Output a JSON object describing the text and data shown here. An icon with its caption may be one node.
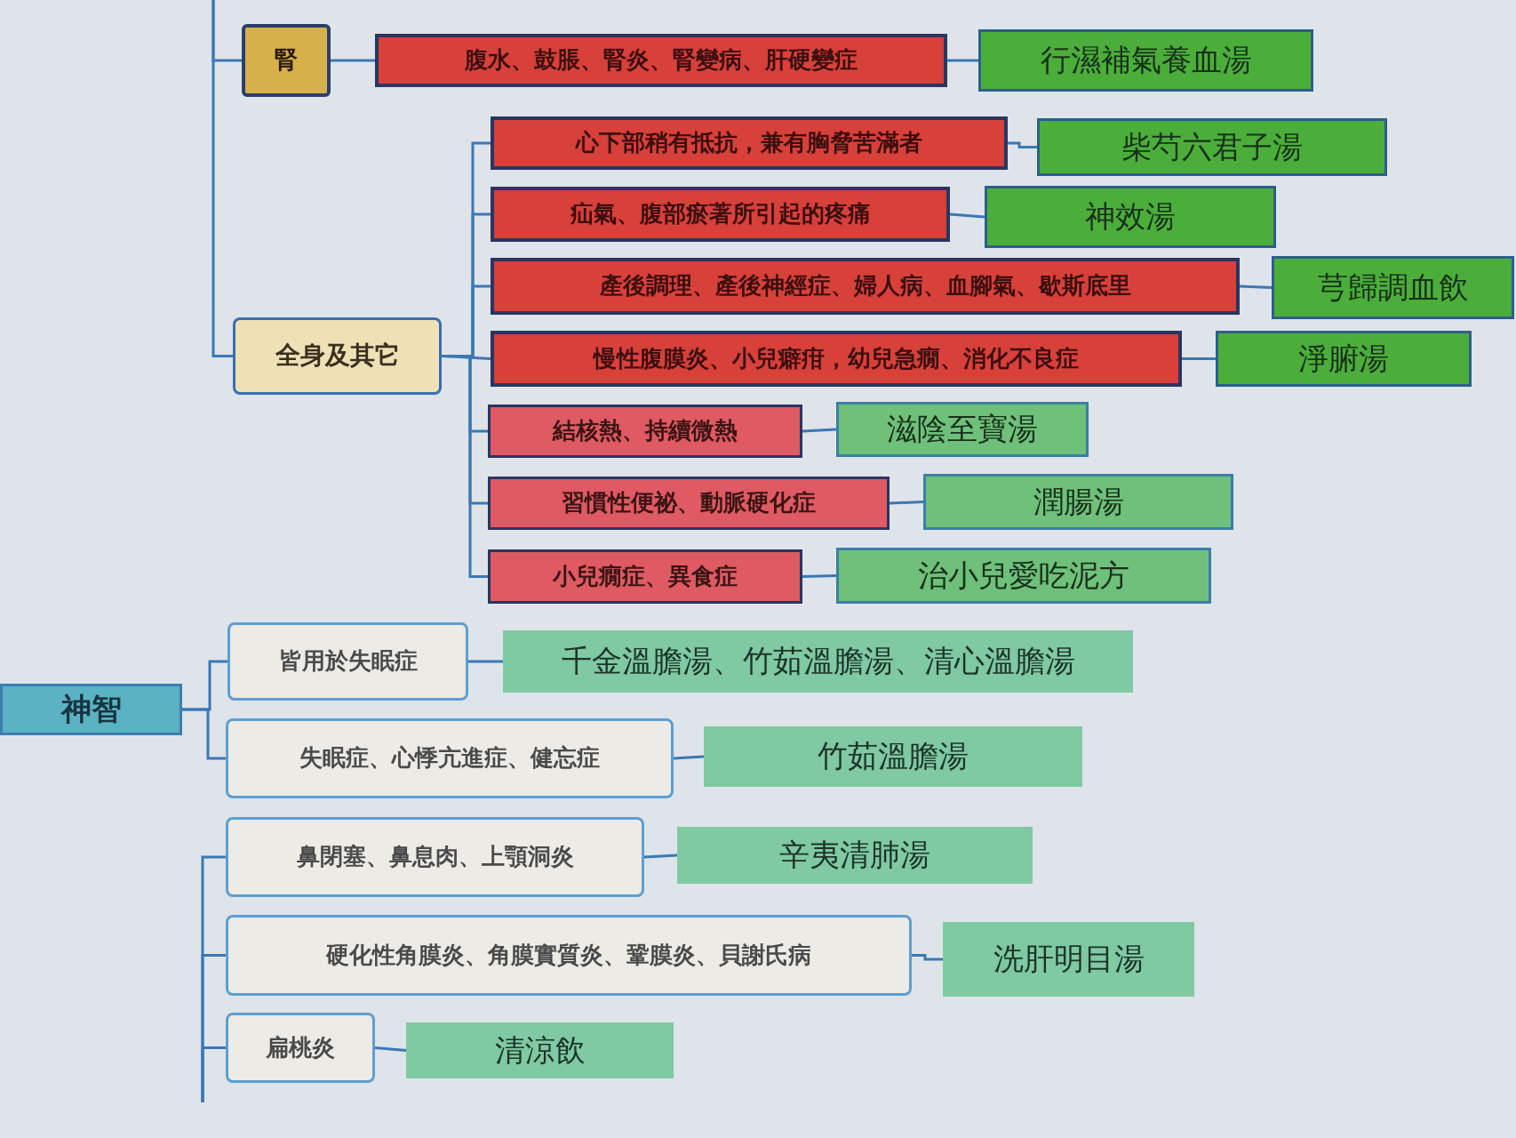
{
  "diagram": {
    "nodes": [
      {
        "text": [
          "腎"
        ]
      },
      {
        "text": [
          "腹水、鼓脹、腎炎、腎變病、肝硬變症"
        ]
      },
      {
        "text": [
          "行濕補氣養血湯"
        ]
      },
      {
        "text": [
          "全身及其它"
        ]
      },
      {
        "text": [
          "心下部稍有抵抗，兼有胸脅苦滿者"
        ]
      },
      {
        "text": [
          "柴芍六君子湯"
        ]
      },
      {
        "text": [
          "疝氣、腹部瘀著所引起的疼痛"
        ]
      },
      {
        "text": [
          "神效湯"
        ]
      },
      {
        "text": [
          "產後調理、產後神經症、婦人病、血腳氣、歇斯底里"
        ]
      },
      {
        "text": [
          "芎歸調血飲"
        ]
      },
      {
        "text": [
          "慢性腹膜炎、小兒癖疳，幼兒急癇、消化不良症"
        ]
      },
      {
        "text": [
          "淨腑湯"
        ]
      },
      {
        "text": [
          "結核熱、持續微熱"
        ]
      },
      {
        "text": [
          "滋陰至寶湯"
        ]
      },
      {
        "text": [
          "習慣性便祕、動脈硬化症"
        ]
      },
      {
        "text": [
          "潤腸湯"
        ]
      },
      {
        "text": [
          "小兒癇症、異食症"
        ]
      },
      {
        "text": [
          "治小兒愛吃泥方"
        ]
      },
      {
        "text": [
          "神智"
        ]
      },
      {
        "text": [
          "皆用於失眠症"
        ]
      },
      {
        "text": [
          "千金溫膽湯、竹茹溫膽湯、清心溫膽湯"
        ]
      },
      {
        "text": [
          "失眠症、心悸亢進症、健忘症"
        ]
      },
      {
        "text": [
          "竹茹溫膽湯"
        ]
      },
      {
        "text": [
          "鼻閉塞、鼻息肉、上顎洞炎"
        ]
      },
      {
        "text": [
          "辛夷清肺湯"
        ]
      },
      {
        "text": [
          "硬化性角膜炎、角膜實質炎、鞏膜炎、貝謝氏病"
        ]
      },
      {
        "text": [
          "洗肝明目湯"
        ]
      },
      {
        "text": [
          "扁桃炎"
        ]
      },
      {
        "text": [
          "清涼飲"
        ]
      }
    ],
    "edges": [
      {
        "from": null,
        "to": 0,
        "arrow": "none"
      },
      {
        "from": 0,
        "to": 1,
        "arrow": "none"
      },
      {
        "from": 1,
        "to": 2,
        "arrow": "none"
      },
      {
        "from": null,
        "to": 3,
        "arrow": "none"
      },
      {
        "from": 3,
        "to": 4,
        "arrow": "none"
      },
      {
        "from": 4,
        "to": 5,
        "arrow": "none"
      },
      {
        "from": 3,
        "to": 6,
        "arrow": "none"
      },
      {
        "from": 6,
        "to": 7,
        "arrow": "none"
      },
      {
        "from": 3,
        "to": 8,
        "arrow": "none"
      },
      {
        "from": 8,
        "to": 9,
        "arrow": "none"
      },
      {
        "from": 3,
        "to": 10,
        "arrow": "none"
      },
      {
        "from": 10,
        "to": 11,
        "arrow": "none"
      },
      {
        "from": 3,
        "to": 12,
        "arrow": "none"
      },
      {
        "from": 12,
        "to": 13,
        "arrow": "none"
      },
      {
        "from": 3,
        "to": 14,
        "arrow": "none"
      },
      {
        "from": 14,
        "to": 15,
        "arrow": "none"
      },
      {
        "from": 3,
        "to": 16,
        "arrow": "none"
      },
      {
        "from": 16,
        "to": 17,
        "arrow": "none"
      },
      {
        "from": 18,
        "to": 19,
        "arrow": "none"
      },
      {
        "from": 19,
        "to": 20,
        "arrow": "none"
      },
      {
        "from": 18,
        "to": 21,
        "arrow": "none"
      },
      {
        "from": 21,
        "to": 22,
        "arrow": "none"
      },
      {
        "from": null,
        "to": 23,
        "arrow": "none"
      },
      {
        "from": 23,
        "to": 24,
        "arrow": "none"
      },
      {
        "from": null,
        "to": 25,
        "arrow": "none"
      },
      {
        "from": 25,
        "to": 26,
        "arrow": "none"
      },
      {
        "from": null,
        "to": 27,
        "arrow": "none"
      },
      {
        "from": 27,
        "to": 28,
        "arrow": "none"
      }
    ]
  }
}
